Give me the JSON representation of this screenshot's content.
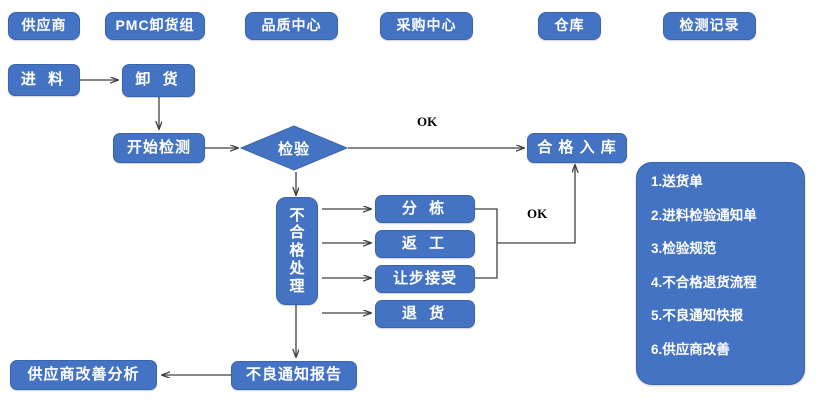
{
  "diagram": {
    "title_lanes": [
      {
        "id": "lane-supplier",
        "label": "供应商"
      },
      {
        "id": "lane-pmc",
        "label": "PMC卸货组"
      },
      {
        "id": "lane-quality",
        "label": "品质中心"
      },
      {
        "id": "lane-purchase",
        "label": "采购中心"
      },
      {
        "id": "lane-warehouse",
        "label": "仓库"
      },
      {
        "id": "lane-records",
        "label": "检测记录"
      }
    ],
    "nodes": {
      "incoming_material": "进  料",
      "unload": "卸  货",
      "start_inspection": "开始检测",
      "inspection_decision": "检验",
      "qualified_storage": "合 格 入 库",
      "nonconforming_handling": [
        "不",
        "合",
        "格",
        "处",
        "理"
      ],
      "sorting": "分  栋",
      "rework": "返  工",
      "concession_accept": "让步接受",
      "return_goods": "退  货",
      "defect_report": "不良通知报告",
      "supplier_improvement": "供应商改善分析"
    },
    "edge_labels": {
      "ok_top": "OK",
      "ok_mid": "OK"
    },
    "records_panel": [
      "1.送货单",
      "2.进料检验通知单",
      "3.检验规范",
      "4.不合格退货流程",
      "5.不良通知快报",
      "6.供应商改善"
    ],
    "colors": {
      "node_fill": "#4473C4",
      "node_border": "#3A64AD",
      "node_text": "#FFFFFF",
      "connector": "#404040",
      "background": "#FFFFFF",
      "label_text": "#000000"
    }
  }
}
